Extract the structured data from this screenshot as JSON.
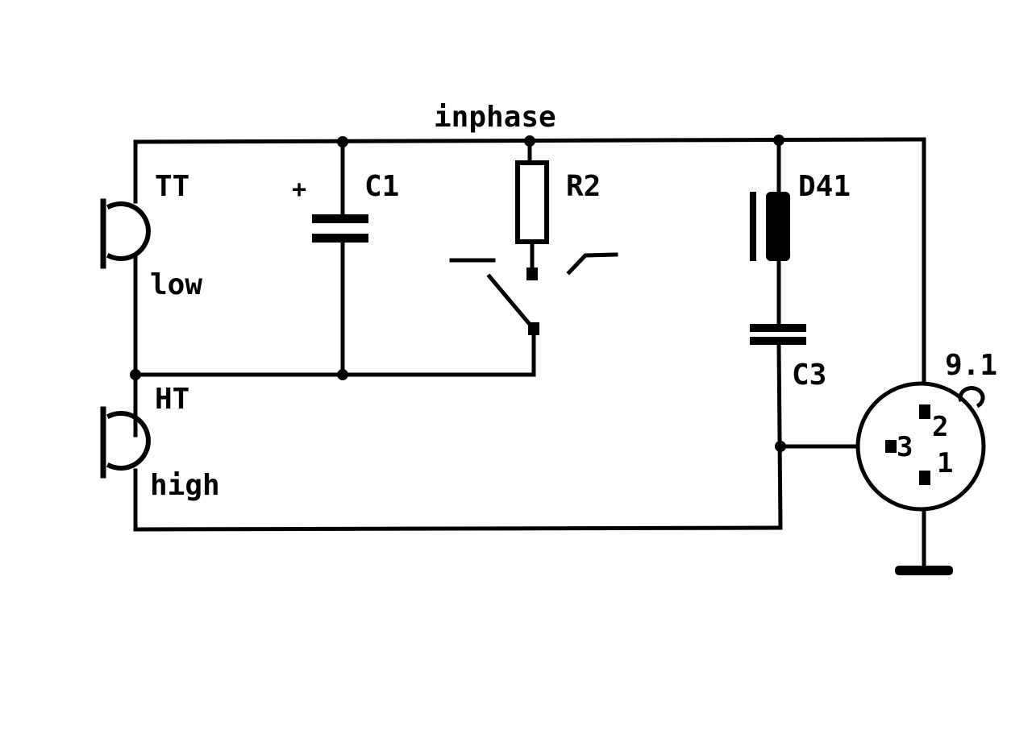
{
  "diagram": {
    "net_label": "inphase",
    "components": {
      "mic_tt": {
        "ref": "TT",
        "note": "low"
      },
      "mic_ht": {
        "ref": "HT",
        "note": "high"
      },
      "capacitor_c1": {
        "ref": "C1",
        "polarity": "+"
      },
      "resistor_r2": {
        "ref": "R2"
      },
      "inductor_d41": {
        "ref": "D41"
      },
      "capacitor_c3": {
        "ref": "C3"
      },
      "connector": {
        "ref": "9.1",
        "pins": [
          "2",
          "3",
          "1"
        ]
      }
    }
  }
}
